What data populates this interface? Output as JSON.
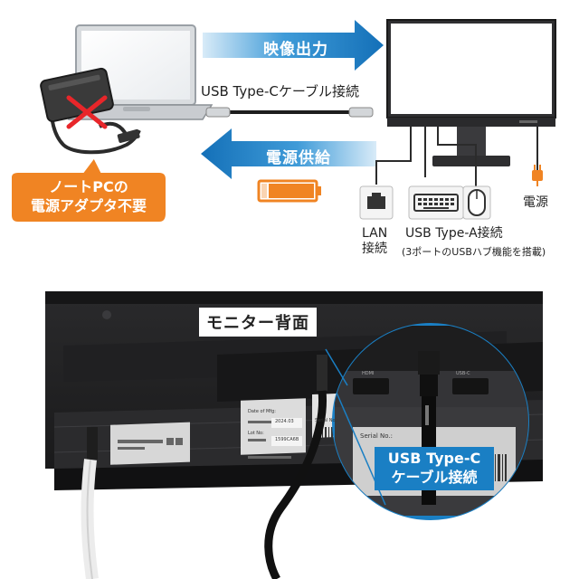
{
  "top": {
    "video_output_label": "映像出力",
    "cable_label": "USB Type-Cケーブル接続",
    "power_supply_label": "電源供給",
    "laptop_note": "ノートPCの\n電源アダプタ不要",
    "lan_label": "LAN\n接続",
    "usb_a_label": "USB Type-A接続",
    "usb_hub_note": "(3ポートのUSBハブ機能を搭載)",
    "power_label": "電源",
    "colors": {
      "arrow_blue": "#1a7fc4",
      "arrow_light": "#cfe6f6",
      "orange": "#f08423",
      "cross_red": "#e8262a"
    }
  },
  "bottom": {
    "rear_title": "モニター背面",
    "callout_label": "USB Type-C\nケーブル接続",
    "sticker_date_caption": "Date of Mfg:",
    "sticker_date_value": "2024.03",
    "sticker_lot_caption": "Lot No:",
    "sticker_lot_value": "1599CA6B",
    "sticker_serial_caption": "Serial No.:",
    "port_hdmi": "HDMI",
    "port_usbc": "USB-C"
  }
}
